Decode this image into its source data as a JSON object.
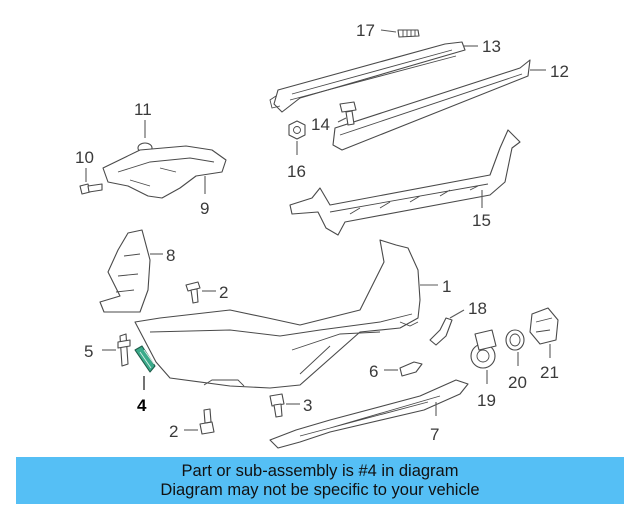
{
  "callouts": {
    "c1": "1",
    "c2a": "2",
    "c2b": "2",
    "c3": "3",
    "c4": "4",
    "c5": "5",
    "c7": "7",
    "c6": "6",
    "c8": "8",
    "c9": "9",
    "c10": "10",
    "c11": "11",
    "c12": "12",
    "c13": "13",
    "c14": "14",
    "c15": "15",
    "c16": "16",
    "c17": "17",
    "c18": "18",
    "c19": "19",
    "c20": "20",
    "c21": "21"
  },
  "highlight_part": "4",
  "colors": {
    "banner": "#55bff5",
    "highlight_part_fill": "#3aaa8a"
  },
  "banner": {
    "line1": "Part or sub-assembly is #4 in diagram",
    "line2": "Diagram may not be specific to your vehicle"
  }
}
